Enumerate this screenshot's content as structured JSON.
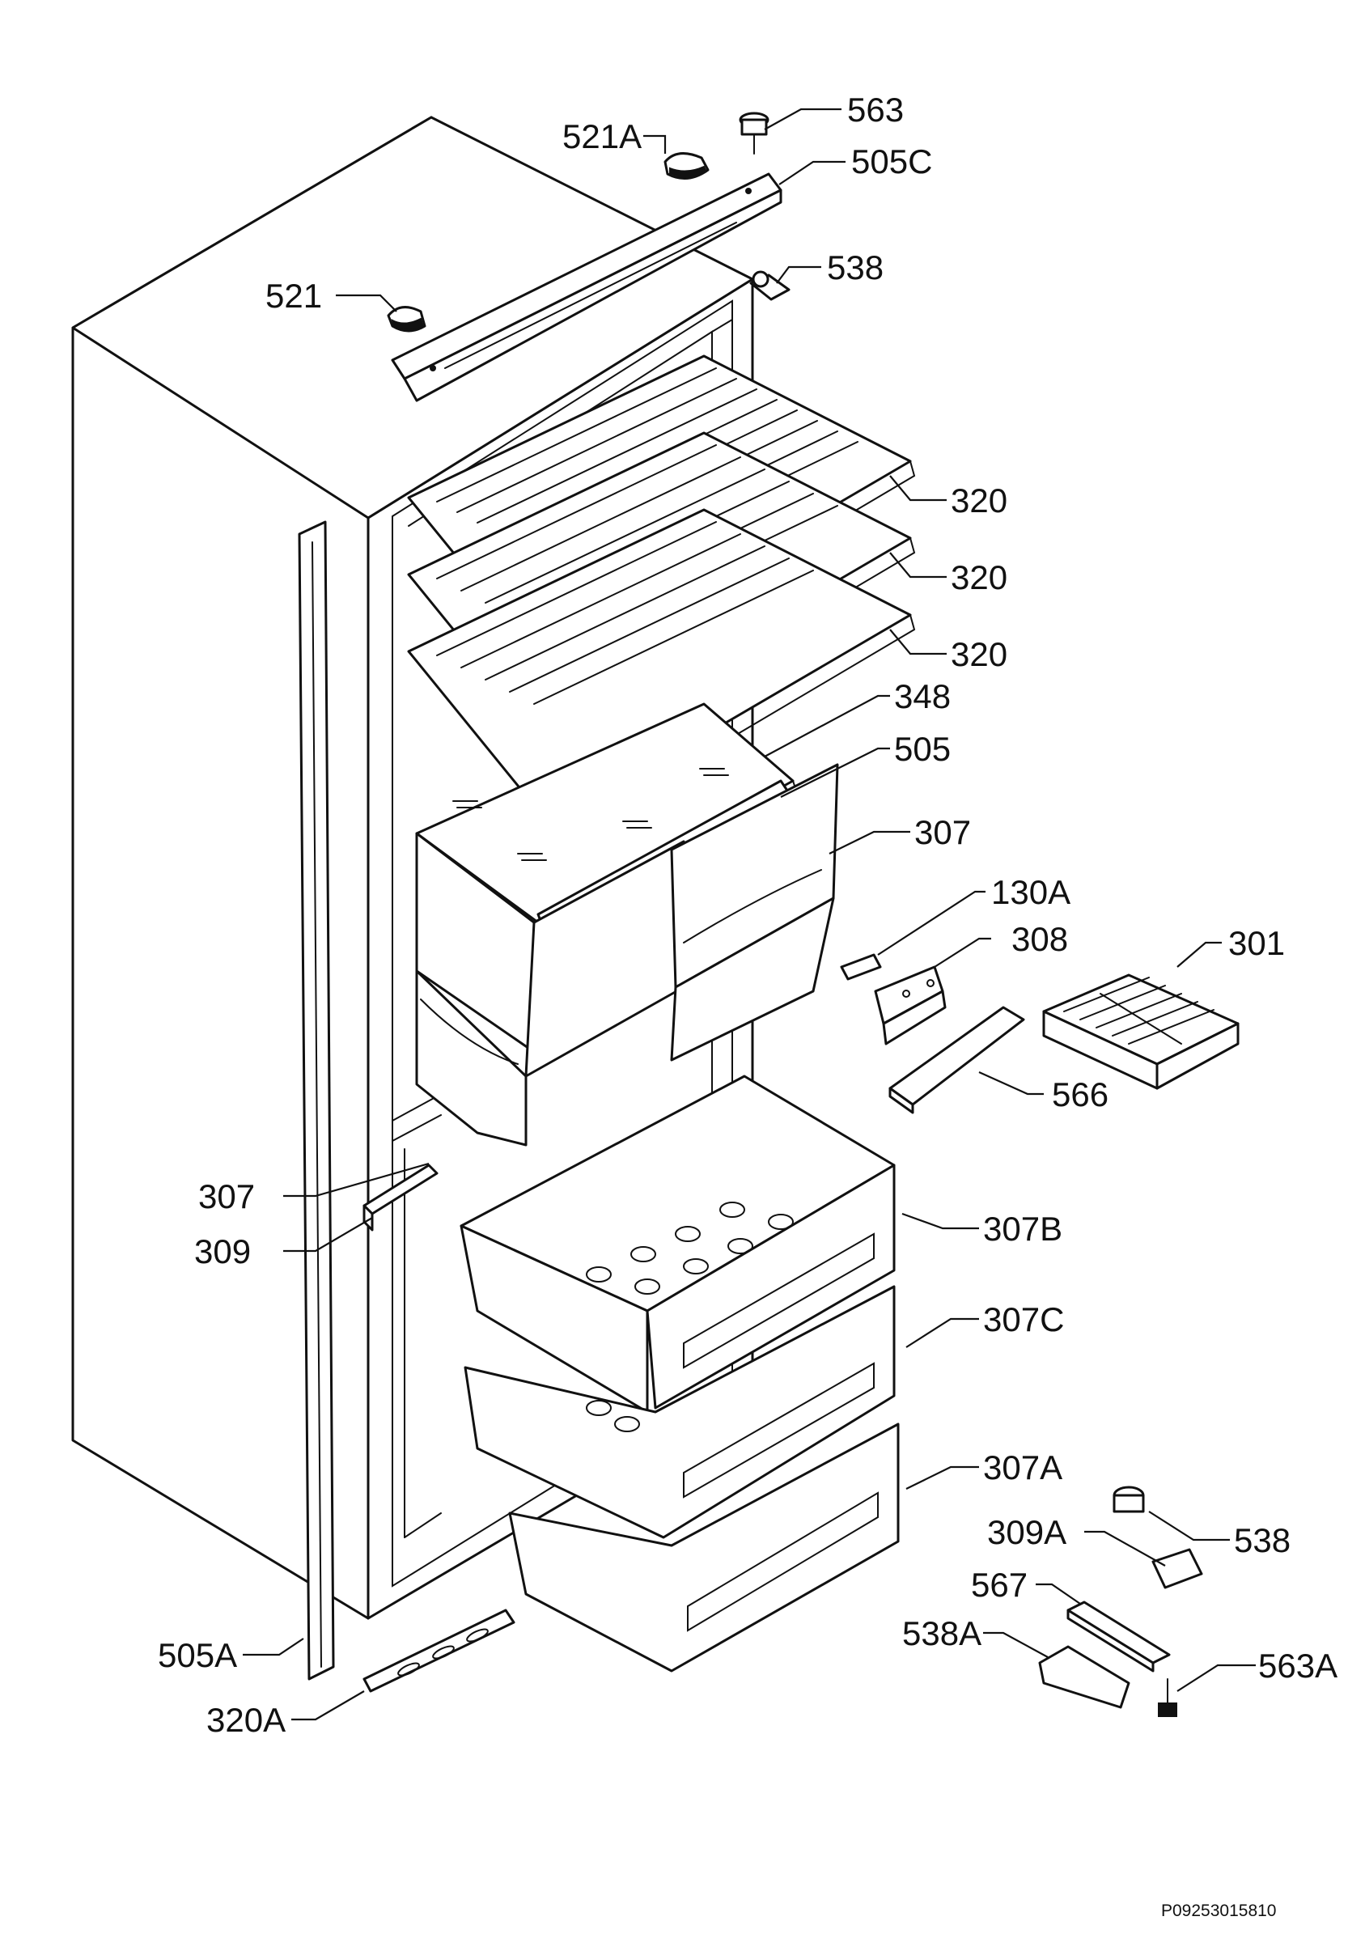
{
  "document_code": "P09253015810",
  "labels": [
    {
      "id": "563-top",
      "text": "563"
    },
    {
      "id": "521A",
      "text": "521A"
    },
    {
      "id": "505C",
      "text": "505C"
    },
    {
      "id": "521",
      "text": "521"
    },
    {
      "id": "538-top",
      "text": "538"
    },
    {
      "id": "320-1",
      "text": "320"
    },
    {
      "id": "320-2",
      "text": "320"
    },
    {
      "id": "320-3",
      "text": "320"
    },
    {
      "id": "348",
      "text": "348"
    },
    {
      "id": "505",
      "text": "505"
    },
    {
      "id": "307-right",
      "text": "307"
    },
    {
      "id": "130A",
      "text": "130A"
    },
    {
      "id": "308",
      "text": "308"
    },
    {
      "id": "301",
      "text": "301"
    },
    {
      "id": "566",
      "text": "566"
    },
    {
      "id": "307-left",
      "text": "307"
    },
    {
      "id": "309",
      "text": "309"
    },
    {
      "id": "307B",
      "text": "307B"
    },
    {
      "id": "307C",
      "text": "307C"
    },
    {
      "id": "307A",
      "text": "307A"
    },
    {
      "id": "538-bottom",
      "text": "538"
    },
    {
      "id": "309A",
      "text": "309A"
    },
    {
      "id": "567",
      "text": "567"
    },
    {
      "id": "538A",
      "text": "538A"
    },
    {
      "id": "563A",
      "text": "563A"
    },
    {
      "id": "505A",
      "text": "505A"
    },
    {
      "id": "320A",
      "text": "320A"
    }
  ]
}
